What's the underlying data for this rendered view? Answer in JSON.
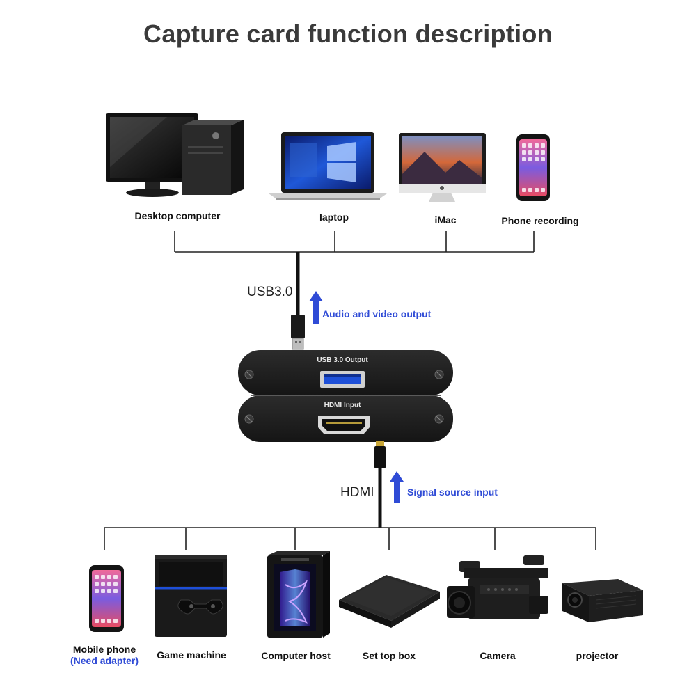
{
  "title": "Capture card function description",
  "outputs": {
    "desktop": "Desktop computer",
    "laptop": "laptop",
    "imac": "iMac",
    "phone": "Phone recording"
  },
  "usb_label": "USB3.0",
  "audio_label": "Audio and video output",
  "device": {
    "usb_port_label": "USB 3.0 Output",
    "hdmi_port_label": "HDMI Input"
  },
  "hdmi_label": "HDMI",
  "signal_label": "Signal source input",
  "inputs": {
    "mobile": "Mobile phone",
    "mobile_note": "(Need adapter)",
    "game": "Game machine",
    "host": "Computer host",
    "settop": "Set top box",
    "camera": "Camera",
    "projector": "projector"
  },
  "colors": {
    "accent_blue": "#2f4bd6",
    "device_body": "#1d1d1d",
    "line": "#222222"
  }
}
